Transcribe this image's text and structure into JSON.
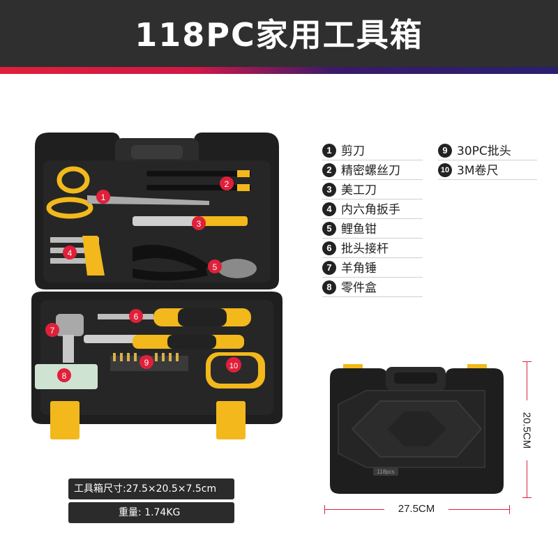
{
  "title": "118PC家用工具箱",
  "legend": {
    "left": [
      {
        "num": "1",
        "label": "剪刀"
      },
      {
        "num": "2",
        "label": "精密螺丝刀"
      },
      {
        "num": "3",
        "label": "美工刀"
      },
      {
        "num": "4",
        "label": "内六角扳手"
      },
      {
        "num": "5",
        "label": "鲤鱼钳"
      },
      {
        "num": "6",
        "label": "批头接杆"
      },
      {
        "num": "7",
        "label": "羊角锤"
      },
      {
        "num": "8",
        "label": "零件盒"
      }
    ],
    "right": [
      {
        "num": "9",
        "label": "30PC批头"
      },
      {
        "num": "10",
        "label": "3M卷尺"
      }
    ]
  },
  "photo_markers": [
    "1",
    "2",
    "3",
    "4",
    "5",
    "6",
    "7",
    "8",
    "9",
    "10"
  ],
  "specs": {
    "size": "工具箱尺寸:27.5×20.5×7.5cm",
    "weight": "重量:  1.74KG"
  },
  "dimensions": {
    "width": "27.5CM",
    "height": "20.5CM"
  },
  "case_badge": "118pcs",
  "colors": {
    "header": "#2f2f2f",
    "accent_red": "#e0203a",
    "tool_yellow": "#f2b81c",
    "case_black": "#1e1e1e"
  }
}
